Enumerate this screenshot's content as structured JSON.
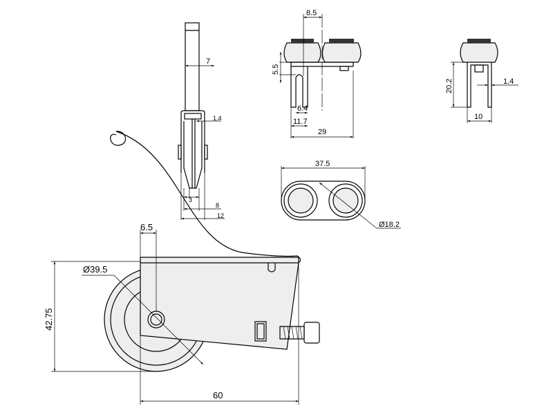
{
  "drawing": {
    "pin_view": {
      "width": "7",
      "flange": "1.4",
      "wheel": "3",
      "inner": "8",
      "outer": "12"
    },
    "front_view": {
      "offset": "8.5",
      "height": "5.5",
      "slot": "6.4",
      "leg": "11.7",
      "total": "29"
    },
    "side_view": {
      "height": "20.2",
      "thickness": "1.4",
      "width": "10"
    },
    "bottom_view": {
      "length": "37.5",
      "diameter": "Ø18.2"
    },
    "main_view": {
      "axle_offset": "6.5",
      "wheel_diameter": "Ø39.5",
      "height": "42.75",
      "length": "60"
    }
  }
}
